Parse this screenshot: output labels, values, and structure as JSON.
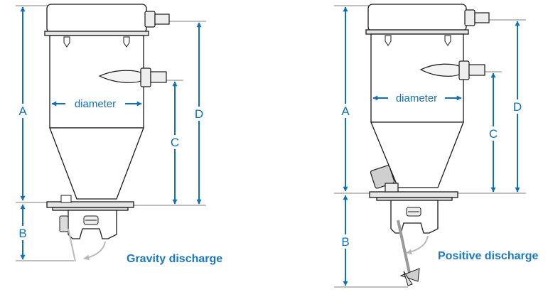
{
  "colors": {
    "dimension": "#1170b8",
    "caption": "#1b78c2",
    "outline": "#1a1a1a",
    "body_fill": "#ffffff",
    "shade": "#cfcfcf",
    "swing": "#b9b9b9"
  },
  "left_figure": {
    "caption": "Gravity discharge",
    "diameter_label": "diameter",
    "labels": {
      "a": "A",
      "b": "B",
      "c": "C",
      "d": "D"
    }
  },
  "right_figure": {
    "caption": "Positive discharge",
    "diameter_label": "diameter",
    "labels": {
      "a": "A",
      "b": "B",
      "c": "C",
      "d": "D"
    }
  }
}
